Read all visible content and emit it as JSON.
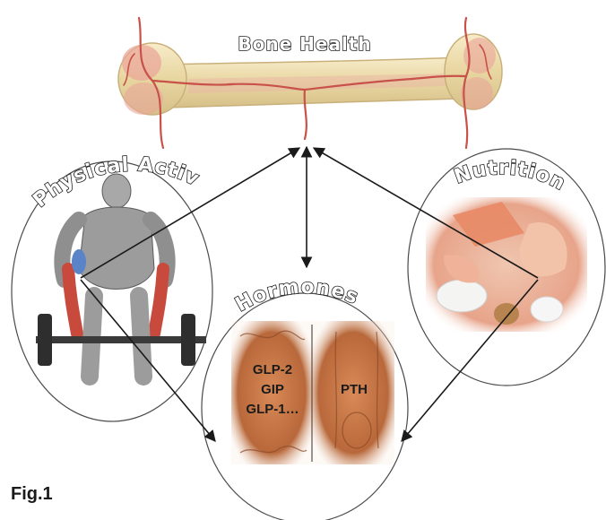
{
  "diagram": {
    "title": "Bone Health",
    "nodes": {
      "physical_activity": {
        "label": "Physical Activity"
      },
      "nutrition": {
        "label": "Nutrition"
      },
      "hormones": {
        "label": "Hormones",
        "left_panel": [
          "GLP-2",
          "GIP",
          "GLP-1…"
        ],
        "right_panel": [
          "PTH"
        ]
      }
    },
    "figure_label": "Fig.1",
    "arrows": [
      {
        "from": "physical_activity",
        "to": "bone_health"
      },
      {
        "from": "physical_activity",
        "to": "hormones"
      },
      {
        "from": "nutrition",
        "to": "bone_health"
      },
      {
        "from": "nutrition",
        "to": "hormones"
      },
      {
        "from": "hormones",
        "to": "bone_health",
        "bidirectional": true
      }
    ],
    "colors": {
      "bone": "#efe0b0",
      "bone_marrow": "#e9a79a",
      "vessel": "#c8524a",
      "muscle_red": "#c84a3c",
      "muscle_blue": "#5b84c8",
      "hormone_panel": "#b86a3c",
      "arrow": "#1a1a1a"
    }
  }
}
